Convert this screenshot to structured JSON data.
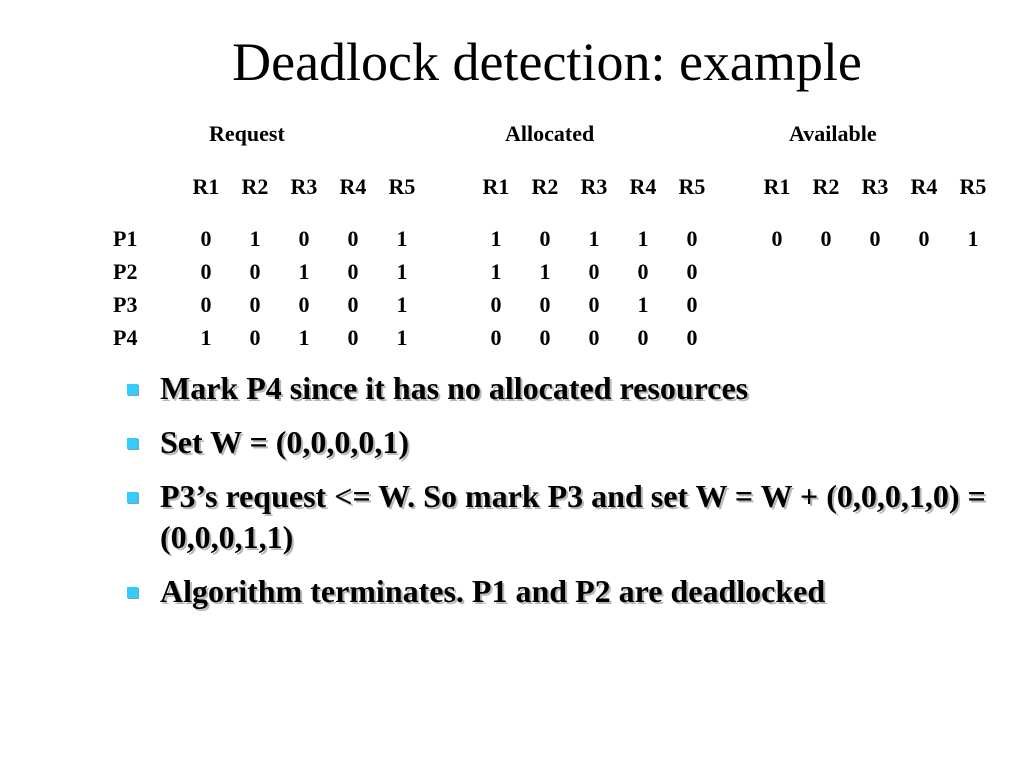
{
  "title": "Deadlock detection: example",
  "tables": {
    "request_label": "Request",
    "allocated_label": "Allocated",
    "available_label": "Available",
    "resources": [
      "R1",
      "R2",
      "R3",
      "R4",
      "R5"
    ],
    "processes": [
      "P1",
      "P2",
      "P3",
      "P4"
    ],
    "request": [
      [
        "0",
        "1",
        "0",
        "0",
        "1"
      ],
      [
        "0",
        "0",
        "1",
        "0",
        "1"
      ],
      [
        "0",
        "0",
        "0",
        "0",
        "1"
      ],
      [
        "1",
        "0",
        "1",
        "0",
        "1"
      ]
    ],
    "allocated": [
      [
        "1",
        "0",
        "1",
        "1",
        "0"
      ],
      [
        "1",
        "1",
        "0",
        "0",
        "0"
      ],
      [
        "0",
        "0",
        "0",
        "1",
        "0"
      ],
      [
        "0",
        "0",
        "0",
        "0",
        "0"
      ]
    ],
    "available": [
      "0",
      "0",
      "0",
      "0",
      "1"
    ]
  },
  "bullets": [
    "Mark P4 since it has no allocated resources",
    "Set W = (0,0,0,0,1)",
    "P3’s request <= W. So mark P3 and set W = W + (0,0,0,1,0) = (0,0,0,1,1)",
    "Algorithm terminates. P1 and P2 are deadlocked"
  ],
  "colors": {
    "bullet_marker": "#33ccff",
    "text": "#000000",
    "background": "#ffffff"
  }
}
